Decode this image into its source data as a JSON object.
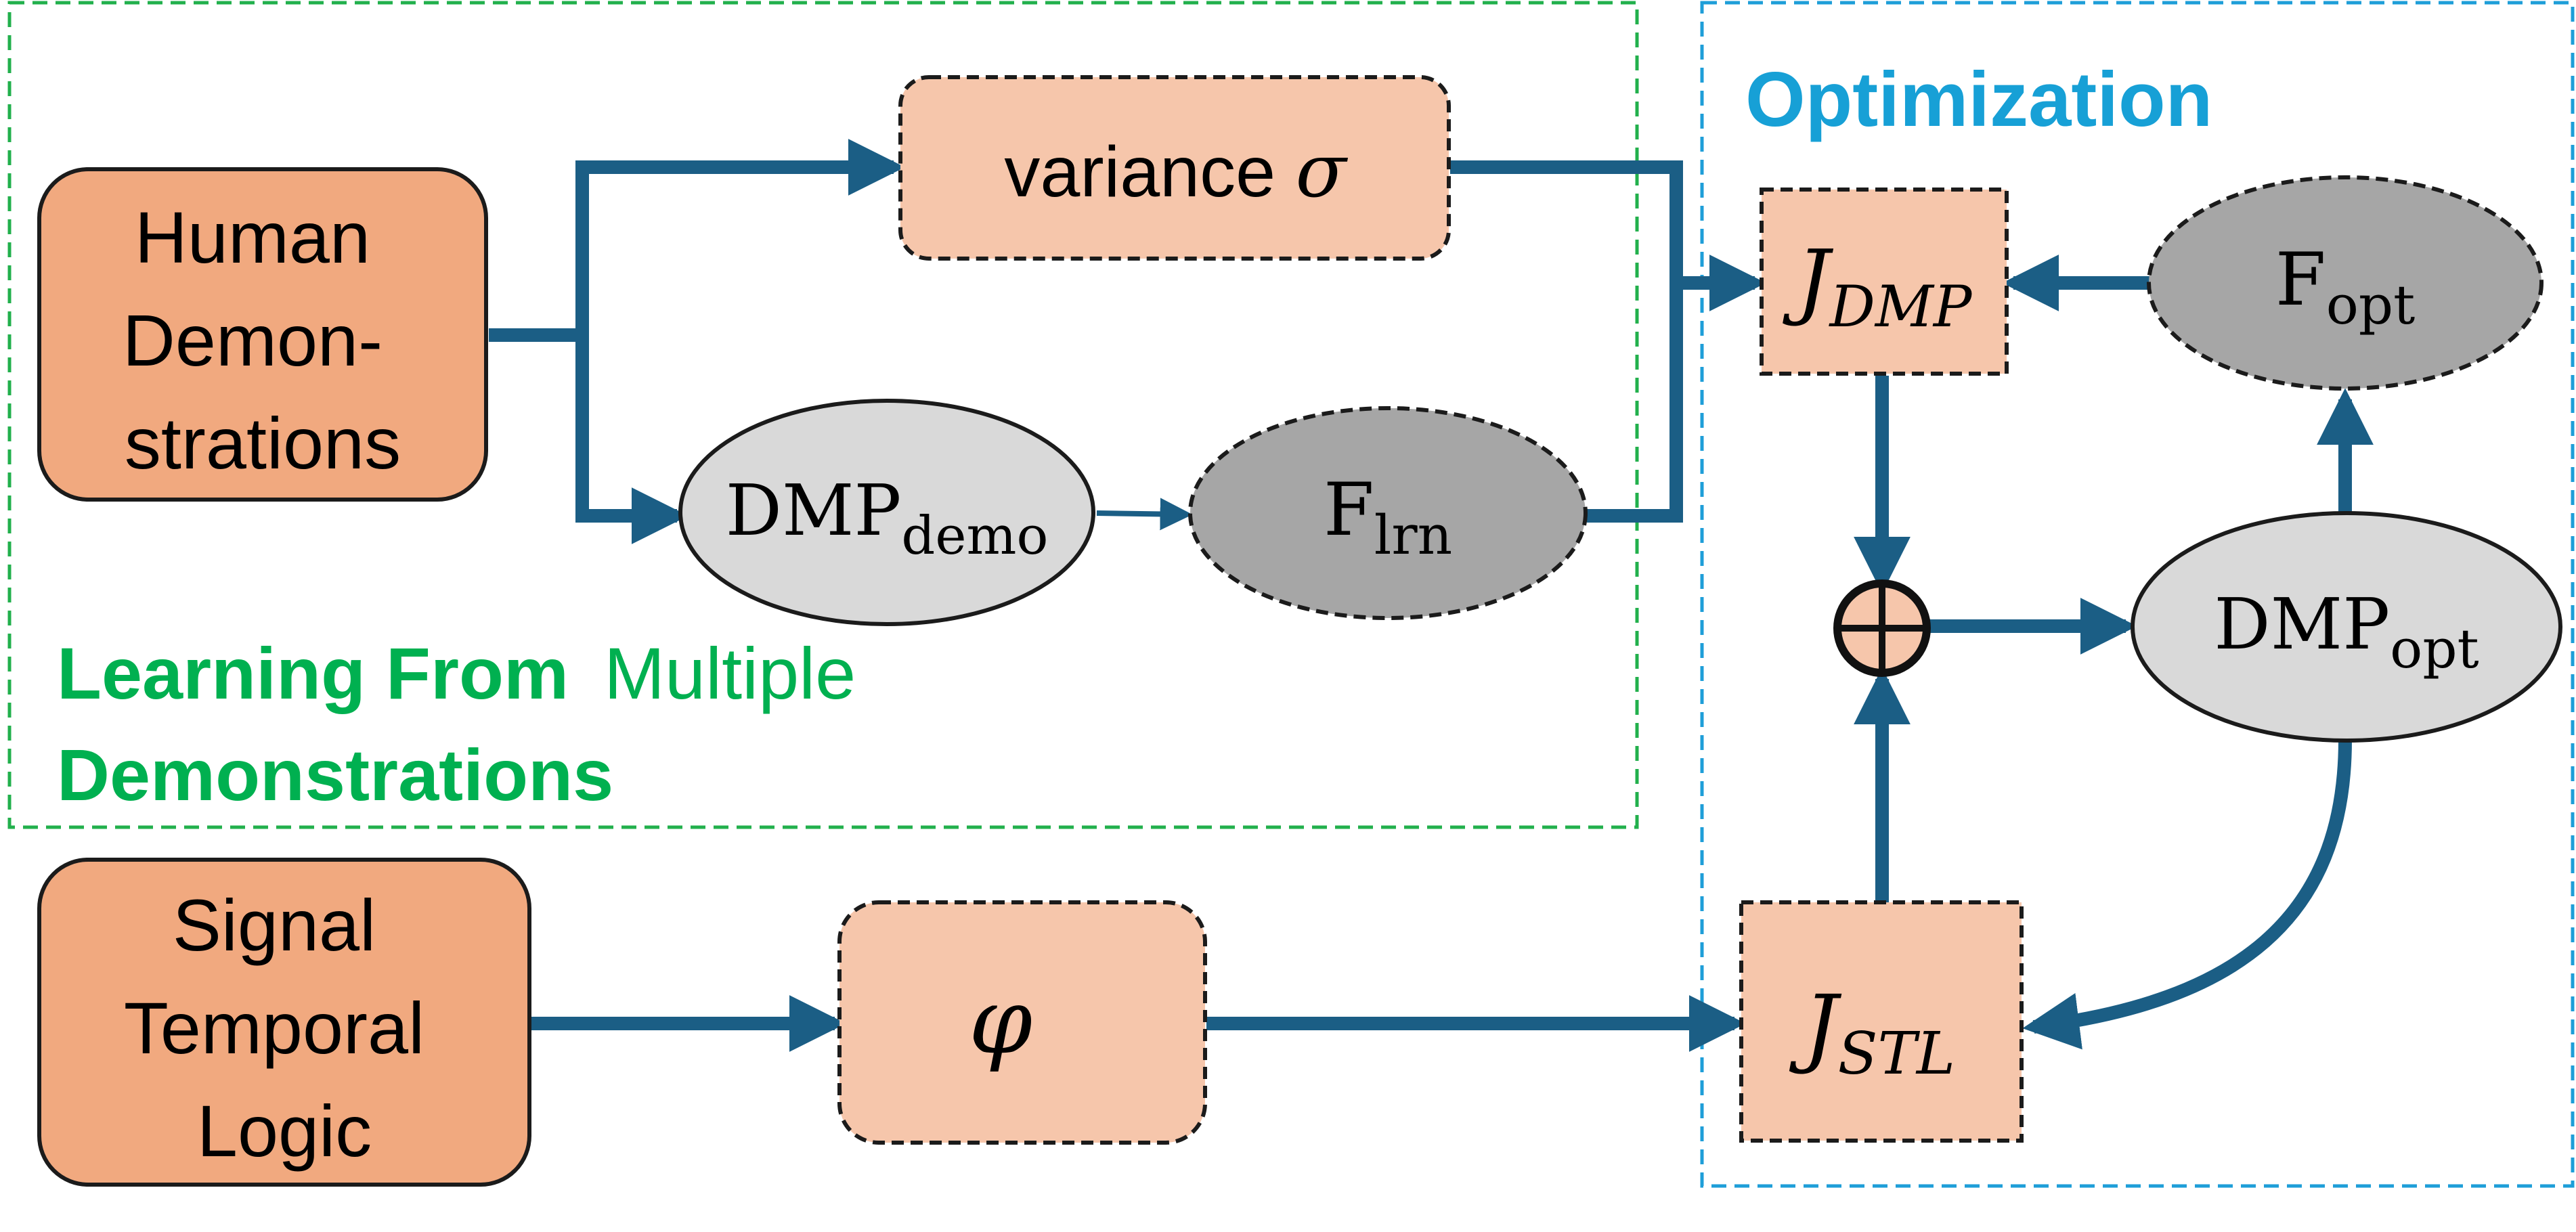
{
  "colors": {
    "arrow": "#1B5E85",
    "learning_border": "#22B04C",
    "learning_text": "#00B050",
    "optimization_border": "#1E9ED8",
    "optimization_text": "#17A0D6",
    "source_fill": "#F1A97F",
    "param_fill": "#F6C6AB",
    "ellipse_light": "#D9D9D9",
    "ellipse_dark": "#A6A6A6",
    "node_border": "#1B1B1B"
  },
  "regions": {
    "learning": {
      "title_bold": "Learning From",
      "title_regular": "Multiple",
      "title_line2": "Demonstrations"
    },
    "optimization": {
      "title": "Optimization"
    }
  },
  "nodes": {
    "human_demos": {
      "lines": [
        "Human",
        "Demon-",
        "strations"
      ]
    },
    "variance": {
      "text": "variance ",
      "symbol": "σ"
    },
    "dmp_demo": {
      "main": "DMP",
      "sub": "demo"
    },
    "f_lrn": {
      "main": "F",
      "sub": "lrn"
    },
    "j_dmp": {
      "main": "J",
      "sub": "DMP"
    },
    "f_opt": {
      "main": "F",
      "sub": "opt"
    },
    "sum": {
      "icon": "circle-plus-icon"
    },
    "dmp_opt": {
      "main": "DMP",
      "sub": "opt"
    },
    "stl_source": {
      "lines": [
        "Signal",
        "Temporal",
        "Logic"
      ]
    },
    "phi": {
      "symbol": "φ"
    },
    "j_stl": {
      "main": "J",
      "sub": "STL"
    }
  }
}
